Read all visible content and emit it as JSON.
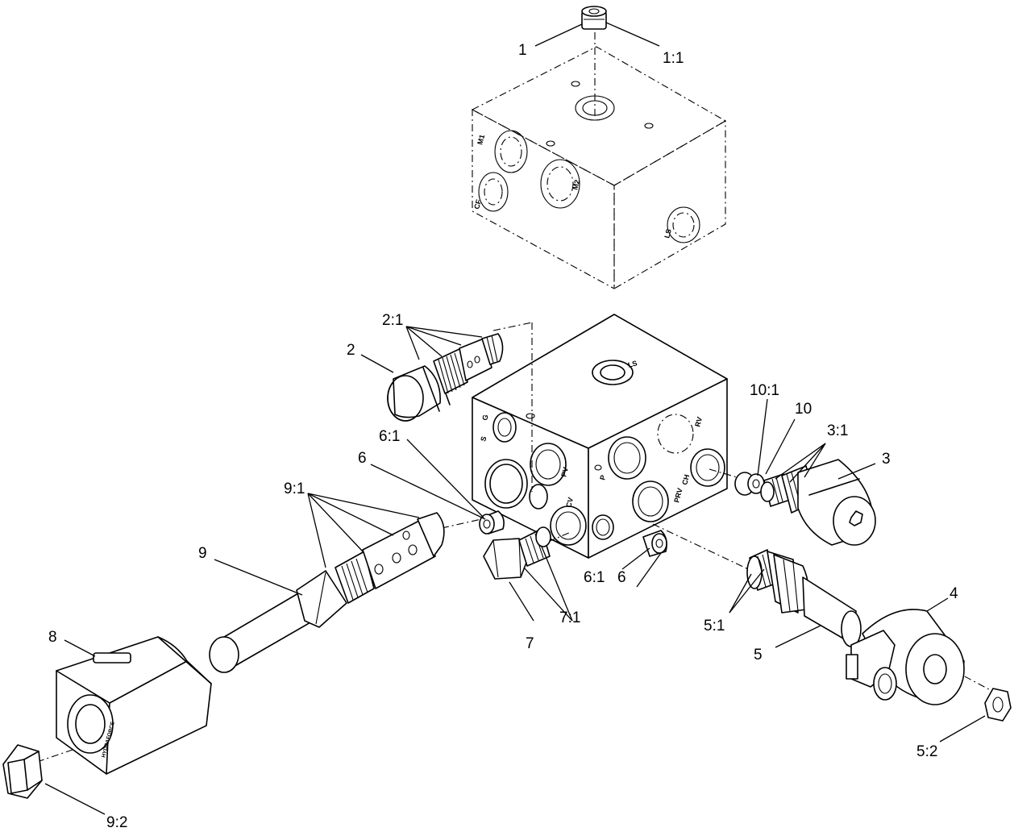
{
  "callouts": {
    "c1": "1",
    "c1_1": "1:1",
    "c2": "2",
    "c2_1": "2:1",
    "c3": "3",
    "c3_1": "3:1",
    "c4": "4",
    "c5": "5",
    "c5_1": "5:1",
    "c5_2": "5:2",
    "c6_left": "6",
    "c6_1_left": "6:1",
    "c6_right": "6",
    "c6_1_right": "6:1",
    "c7": "7",
    "c7_1": "7:1",
    "c8": "8",
    "c9": "9",
    "c9_1": "9:1",
    "c9_2": "9:2",
    "c10": "10",
    "c10_1": "10:1"
  },
  "port_labels": {
    "m1": "M1",
    "m2": "M2",
    "cf": "CF",
    "ls_top": "LS",
    "ls_lower": "LS",
    "rv": "RV",
    "ch": "CH",
    "prv": "PRV",
    "p": "P",
    "pv": "PV",
    "cv": "CV",
    "g": "G",
    "s": "S"
  },
  "brand_text": "HYDRAFORCE"
}
